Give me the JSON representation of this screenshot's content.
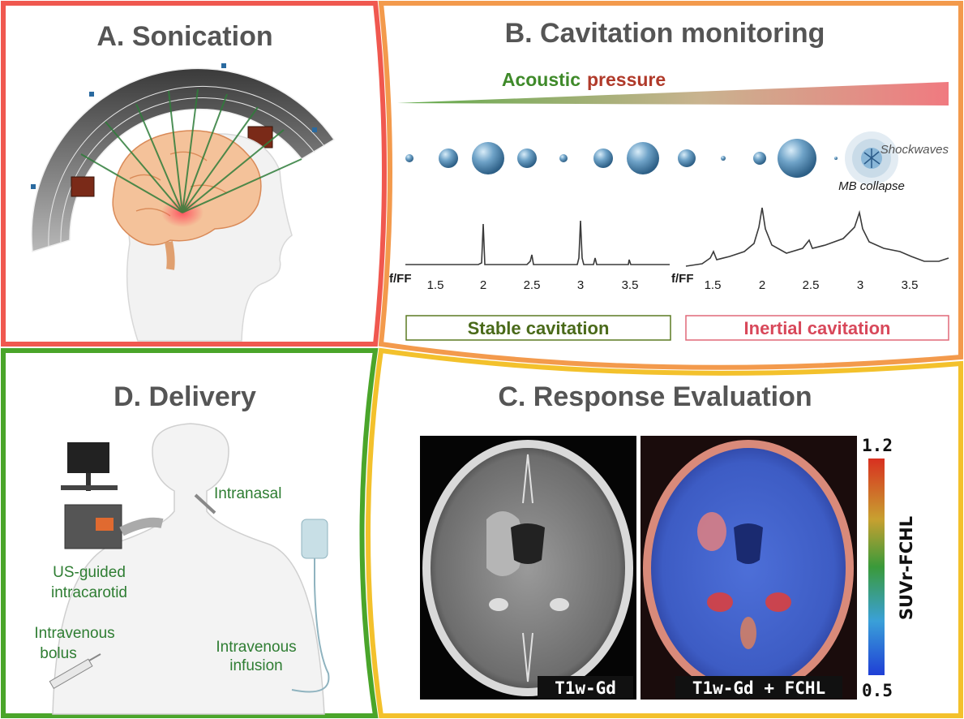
{
  "panels": {
    "sonication": {
      "title": "A. Sonication"
    },
    "cavitation": {
      "title": "B. Cavitation monitoring",
      "pressure_label_1": "Acoustic",
      "pressure_label_2": "pressure",
      "shockwaves_label": "Shockwaves",
      "mb_collapse_label": "MB collapse",
      "axis_label": "f/FF",
      "ticks": [
        "1.5",
        "2",
        "2.5",
        "3",
        "3.5"
      ],
      "stable_label": "Stable cavitation",
      "inertial_label": "Inertial cavitation"
    },
    "response": {
      "title": "C. Response Evaluation",
      "left_image_label": "T1w-Gd",
      "right_image_label": "T1w-Gd + FCHL",
      "colorbar_max": "1.2",
      "colorbar_min": "0.5",
      "colorbar_title": "SUVr-FCHL"
    },
    "delivery": {
      "title": "D. Delivery",
      "intranasal": "Intranasal",
      "us_guided_1": "US-guided",
      "us_guided_2": "intracarotid",
      "iv_bolus_1": "Intravenous",
      "iv_bolus_2": "bolus",
      "iv_infusion_1": "Intravenous",
      "iv_infusion_2": "infusion"
    }
  },
  "colors": {
    "panel_a_border": "#f0584f",
    "panel_b_border": "#f39a4c",
    "panel_c_border": "#f3c12c",
    "panel_d_border": "#4aa52a",
    "stable_box": "#5b7a22",
    "inertial_box": "#e06878",
    "label_green": "#2e7d32"
  },
  "icons": [
    "brain-icon",
    "head-silhouette-icon",
    "transducer-helmet-icon",
    "microbubble-icon",
    "ultrasound-machine-icon",
    "iv-bag-icon",
    "syringe-icon"
  ]
}
